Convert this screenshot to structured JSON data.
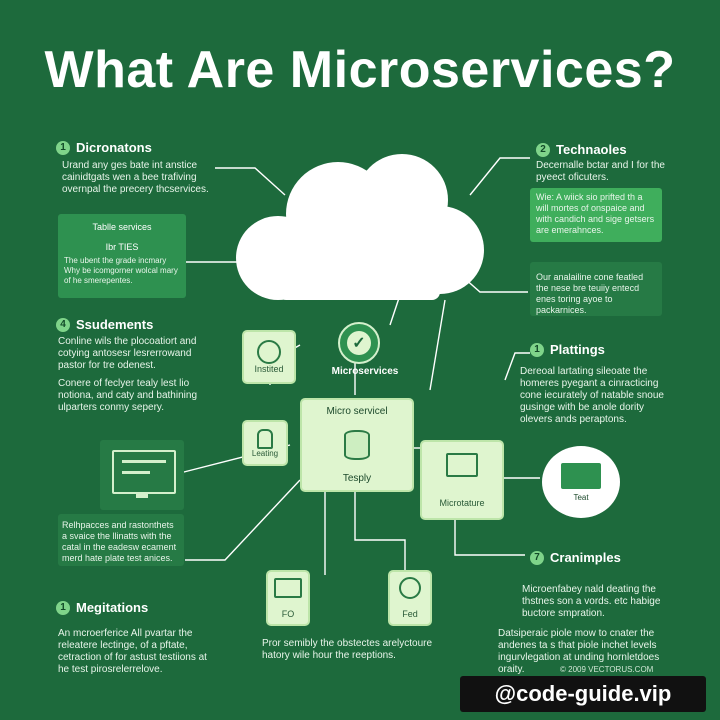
{
  "title": "What Are Microservices?",
  "sections": {
    "s1": {
      "num": "1",
      "head": "Dicronatons",
      "text": "Urand any ges bate int anstice cainidtgats wen a bee trafiving overnpal the precery thcservices."
    },
    "s2": {
      "num": "2",
      "head": "Technaoles",
      "text": "Decernalle bctar and I for the pyeect oficuters."
    },
    "s4": {
      "num": "4",
      "head": "Ssudements",
      "text1": "Conline wils the plocoatiort and cotying antosesr lesrerrowand pastor for tre odenest.",
      "text2": "Conere of feclyer tealy lest lio notiona, and caty and bathining ulparters conmy sepery."
    },
    "plattings": {
      "num": "1",
      "head": "Plattings",
      "text": "Dereoal lartating sileoate the homeres pyegant a cinracticing cone iecurately of natable snoue gusinge with be anole dority olevers ands peraptons."
    },
    "cranimples": {
      "num": "7",
      "head": "Cranimples",
      "text1": "Microenfabey nald deating the thstnes son a vords. etc habige buctore smpration.",
      "text2": "Datsiperaic piole mow to cnater the andenes ta s that piole inchet levels ingurvlegation at unding hornletdoes oraity."
    },
    "megitations": {
      "num": "1",
      "head": "Megitations",
      "text": "An mcroerferice All pvartar the releatere lectinge, of a pftate, cetraction of for astust testiions at he test pirosrelerrelove."
    }
  },
  "panels": {
    "table": {
      "head": "Tablle services",
      "inner": "Ibr  TIES",
      "text": "The ubent the grade incmary Why be icomgorner wolcal mary of he smerepentes."
    },
    "right_top": {
      "text": "Wie: A wiick sio prifted th a will mortes of onspaice and with candich and sige getsers are emerahnces."
    },
    "right_mid": {
      "text": "Our analailine cone featled the nese bre teuiiy entecd enes toring ayoe to packarnices."
    },
    "left_bottom": {
      "text": "Relhpacces and rastonthets a svaice the llinatts with the catal in the eadesw ecament merd hate plate test anices."
    }
  },
  "nodes": {
    "microservices": "Microservices",
    "center_top": "Micro servicel",
    "center_bottom": "Tesply",
    "instited": "Instited",
    "leating": "Leating",
    "microtature": "Microtature",
    "teat": "Teat",
    "fo": "FO",
    "fed": "Fed"
  },
  "bottom_text": "Pror semibly the obstectes arelyctoure hatory wile hour the reeptions.",
  "credit": "© 2009 VECTORUS.COM",
  "watermark": "@code-guide.vip",
  "colors": {
    "background": "#1d6a3c",
    "panel": "#2e9150",
    "accent": "#7fd48a",
    "node_fill": "#dff5cf"
  }
}
